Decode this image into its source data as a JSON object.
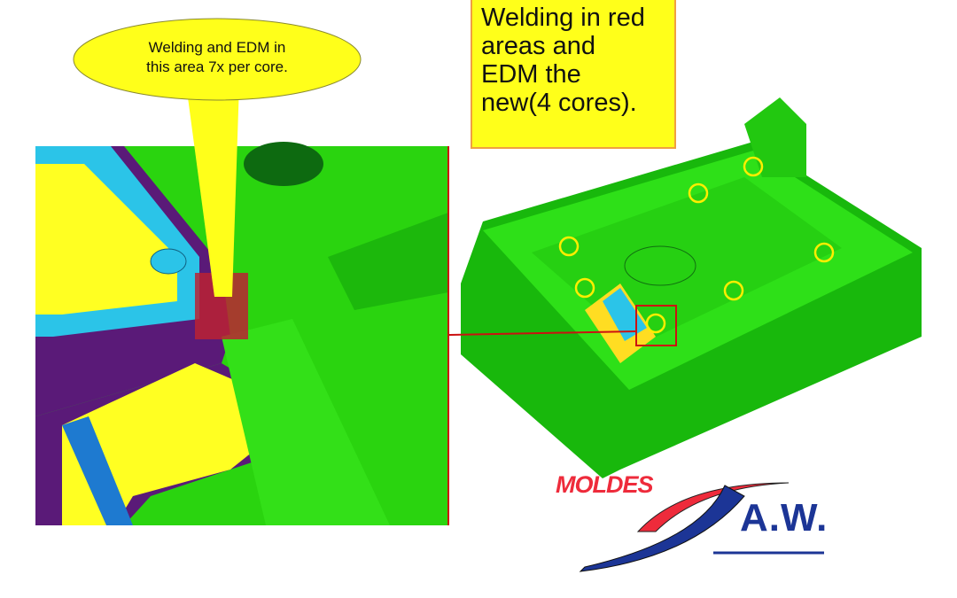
{
  "bubble_callout": {
    "line1": "Welding and EDM in",
    "line2": "this area 7x per core."
  },
  "box_callout": {
    "lines": [
      "Welding in red",
      "areas and",
      "EDM the",
      "new(4 cores)."
    ]
  },
  "logo": {
    "moldes": "MOLDES",
    "aw": "A.W."
  },
  "colors": {
    "mold_green": "#22dd11",
    "callout_yellow": "#ffff1a",
    "highlight_red": "#cc1111",
    "logo_red": "#ee2b3b",
    "logo_blue": "#1c3596"
  }
}
